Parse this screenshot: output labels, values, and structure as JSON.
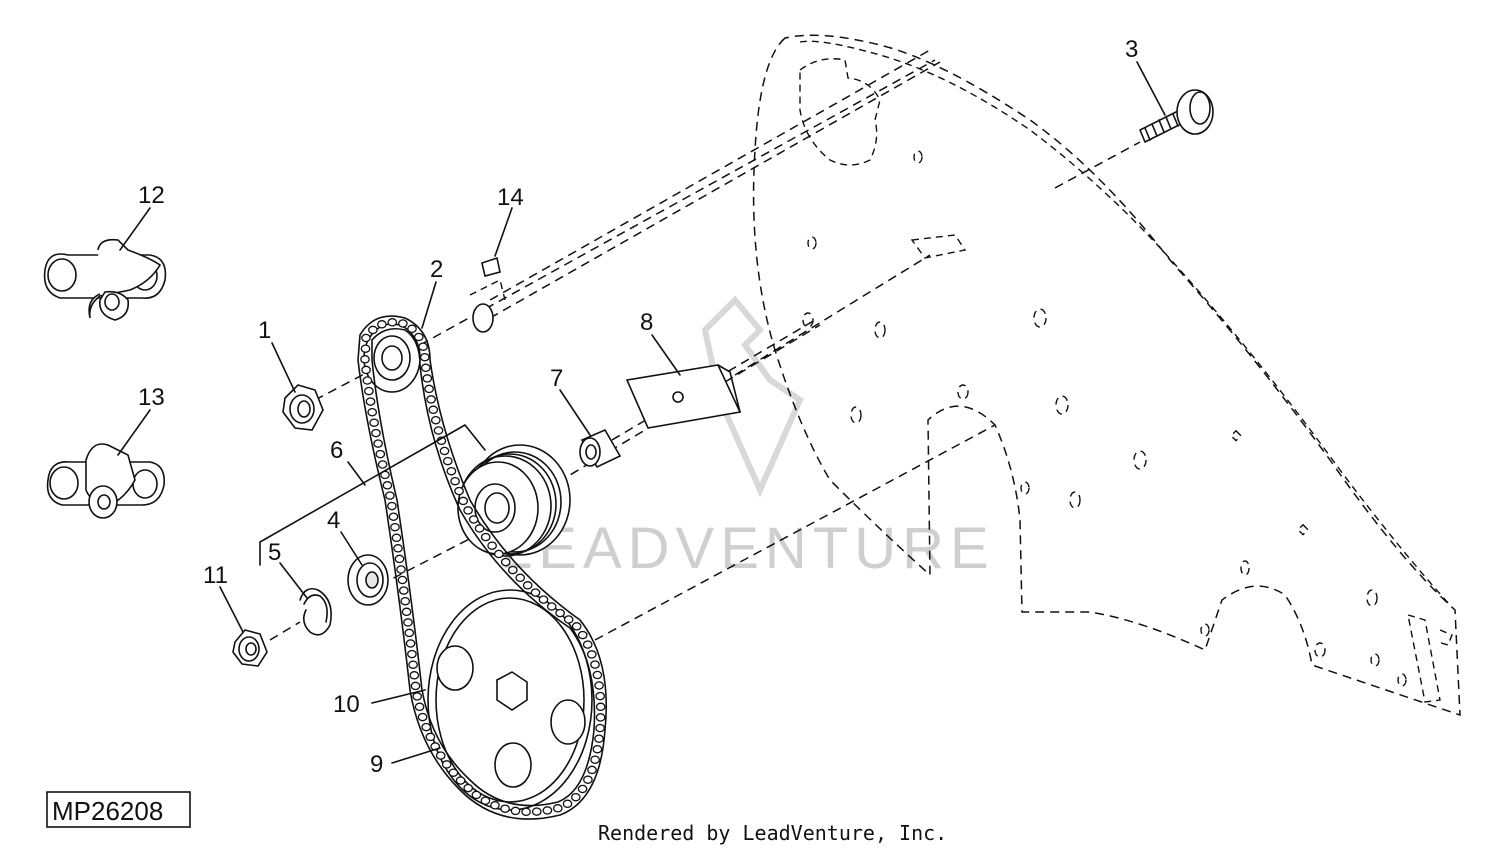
{
  "diagram": {
    "drawing_code": "MP26208",
    "credit": "Rendered by LeadVenture, Inc.",
    "watermark": "LEADVENTURE",
    "callouts": [
      "1",
      "2",
      "3",
      "4",
      "5",
      "6",
      "7",
      "8",
      "9",
      "10",
      "11",
      "12",
      "13",
      "14"
    ]
  }
}
